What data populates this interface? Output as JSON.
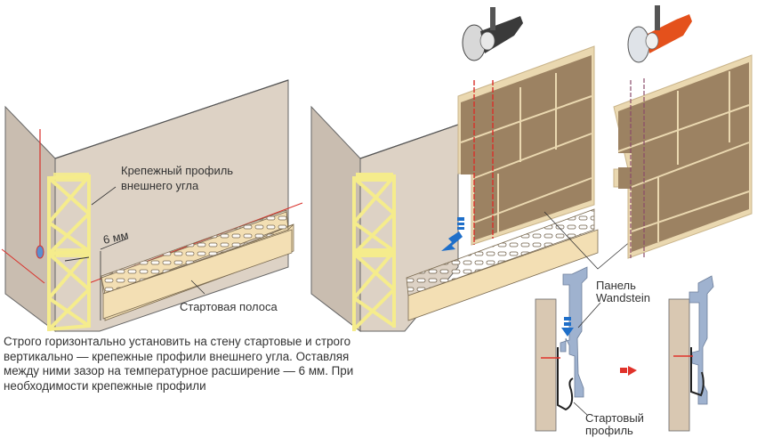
{
  "labels": {
    "corner_profile": [
      "Крепежный профиль",
      "внешнего угла"
    ],
    "gap": "6 мм",
    "starter_strip": "Стартовая полоса",
    "panel": [
      "Панель",
      "Wandstein"
    ],
    "starter_profile": [
      "Стартовый",
      "профиль"
    ]
  },
  "caption": "Строго горизонтально установить на стену стартовые и строго вертикально — крепежные профили внешнего угла. Оставляя между ними зазор на температурное расширение — 6 мм. При необходимости крепежные профили",
  "icons": {
    "tool_left": "angle-grinder-gray",
    "tool_right": "angle-grinder-orange",
    "arrow_down_left": "blue-arrow-down-left",
    "arrow_down": "blue-arrow-down",
    "arrow_right": "red-arrow-right"
  },
  "colors": {
    "wall_side": "#c9bdb0",
    "wall_front": "#ddd2c5",
    "corner_profile": "#f5ec8c",
    "starter_strip": "#f3dfb4",
    "panel": "#9c8262",
    "panel_border": "#ead8b0",
    "guide_line": "#d9302a",
    "profile_section": "#9fb2cf",
    "arrow_blue": "#1f6fc9",
    "arrow_red": "#e0322a"
  }
}
